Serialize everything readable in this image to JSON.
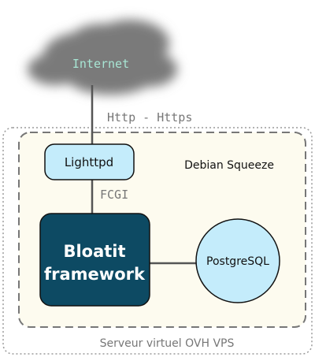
{
  "diagram": {
    "cloud_label": "Internet",
    "link_label_http": "Http - Https",
    "link_label_fcgi": "FCGI",
    "node_lighttpd": "Lighttpd",
    "node_os": "Debian Squeeze",
    "node_framework_line1": "Bloatit",
    "node_framework_line2": "framework",
    "node_database": "PostgreSQL",
    "container_vps": "Serveur virtuel OVH VPS"
  },
  "colors": {
    "cloud": "#7a7a7a",
    "cloud_text": "#a8e6d4",
    "container_fill": "#fdfbef",
    "lighttpd_fill": "#c4ecfb",
    "framework_fill": "#0d4a63",
    "database_fill": "#c4ecfb",
    "line": "#555555",
    "label_text": "#777777"
  }
}
